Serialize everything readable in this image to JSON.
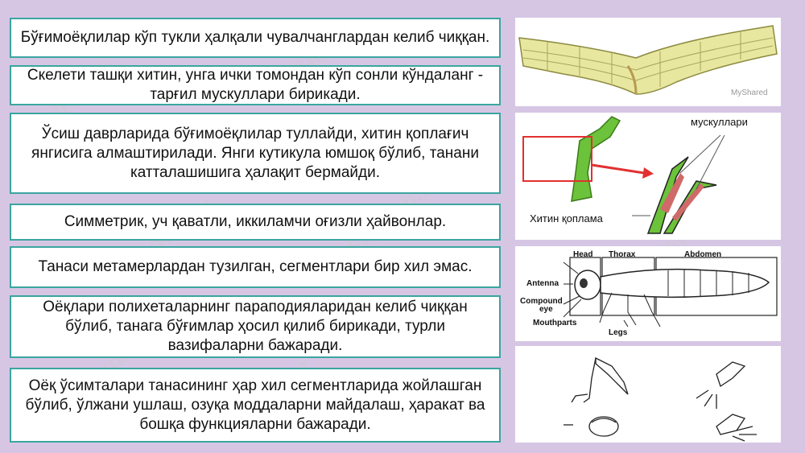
{
  "boxes": [
    "Бўғимоёқлилар кўп тукли ҳалқали чувалчанглардан келиб чиққан.",
    "Скелети ташқи хитин, унга ички томондан кўп сонли кўндаланг - тарғил мускуллари бирикади.",
    "Ўсиш даврларида бўғимоёқлилар туллайди, хитин қоплағич янгисига алмаштирилади. Янги кутикула юмшоқ бўлиб, танани катталашишига ҳалақит бермайди.",
    "Симметрик, уч қаватли,  иккиламчи оғизли ҳайвонлар.",
    "Танаси метамерлардан тузилган, сегментлари бир хил эмас.",
    "Оёқлари полихеталарнинг параподияларидан келиб чиққан бўлиб, танага бўғимлар ҳосил қилиб бирикади, турли вазифаларни бажаради.",
    "Оёқ ўсимталари танасининг ҳар хил сегментларида жойлашган бўлиб, ўлжани ушлаш, озуқа моддаларни майдалаш, ҳаракат ва бошқа функцияларни бажаради."
  ],
  "images": {
    "img1_watermark": "MyShared",
    "img2_muscles": "мускуллари",
    "img2_chitin": "Хитин қоплама",
    "img3_head": "Head",
    "img3_thorax": "Thorax",
    "img3_abdomen": "Abdomen",
    "img3_antenna": "Antenna",
    "img3_compound": "Compound",
    "img3_eye": "eye",
    "img3_mouthparts": "Mouthparts",
    "img3_legs": "Legs"
  },
  "watermark": "FaylHub.uz",
  "colors": {
    "box_border": "#3aa5a0",
    "background": "#d6c6e4",
    "leg_green": "#6cc23a"
  }
}
